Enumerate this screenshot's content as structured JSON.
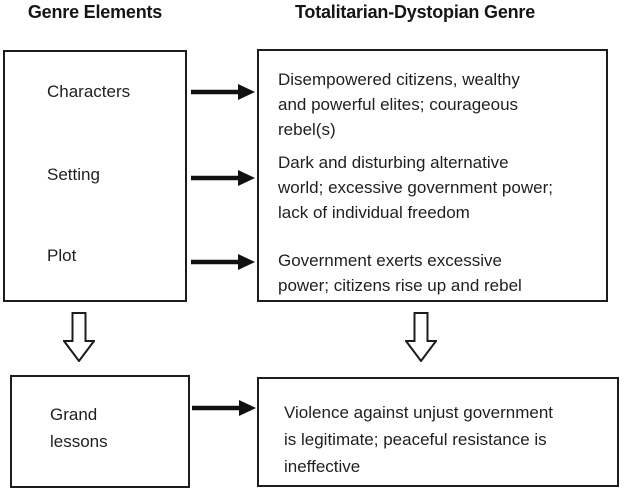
{
  "headers": {
    "left": "Genre Elements",
    "right": "Totalitarian-Dystopian Genre"
  },
  "elements_box": {
    "items": [
      {
        "label": "Characters"
      },
      {
        "label": "Setting"
      },
      {
        "label": "Plot"
      }
    ]
  },
  "genre_box": {
    "descriptions": [
      {
        "text": "Disempowered citizens, wealthy\nand powerful elites; courageous\nrebel(s)"
      },
      {
        "text": "Dark and disturbing alternative\nworld; excessive government power;\nlack of individual freedom"
      },
      {
        "text": "Government exerts excessive\npower; citizens rise up and rebel"
      }
    ]
  },
  "grand_lessons_box": {
    "label": "Grand\nlessons"
  },
  "lessons_box": {
    "text": "Violence against unjust government\nis legitimate; peaceful resistance is\nineffective"
  },
  "colors": {
    "line": "#1c1c1c",
    "text": "#1f1f1f",
    "background": "#ffffff"
  }
}
